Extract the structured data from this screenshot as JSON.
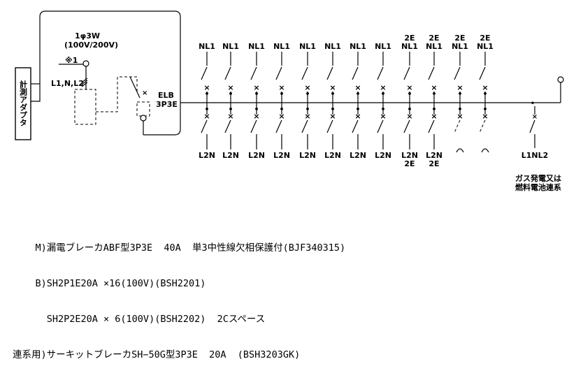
{
  "meter_adapter": "計測アダプタ",
  "supply": {
    "phase": "1φ3W",
    "voltage": "(100V/200V)",
    "note_mark": "※1",
    "conductors": "L1,N,L2"
  },
  "main_breaker": {
    "line1": "ELB",
    "line2": "3P3E"
  },
  "top_labels": [
    [
      "NL1"
    ],
    [
      "NL1"
    ],
    [
      "NL1"
    ],
    [
      "NL1"
    ],
    [
      "NL1"
    ],
    [
      "NL1"
    ],
    [
      "NL1"
    ],
    [
      "NL1"
    ],
    [
      "2E",
      "NL1"
    ],
    [
      "2E",
      "NL1"
    ],
    [
      "2E",
      "NL1"
    ],
    [
      "2E",
      "NL1"
    ]
  ],
  "bottom_labels": [
    [
      "L2N"
    ],
    [
      "L2N"
    ],
    [
      "L2N"
    ],
    [
      "L2N"
    ],
    [
      "L2N"
    ],
    [
      "L2N"
    ],
    [
      "L2N"
    ],
    [
      "L2N"
    ],
    [
      "L2N",
      "2E"
    ],
    [
      "L2N",
      "2E"
    ]
  ],
  "interconnect": {
    "label": "L1NL2",
    "note_line1": "ガス発電又は",
    "note_line2": "燃料電池連系"
  },
  "notes": [
    "    M)漏電ブレーカABF型3P3E  40A  単3中性線欠相保護付(BJF340315)",
    "    B)SH2P1E20A ×16(100V)(BSH2201)",
    "      SH2P2E20A × 6(100V)(BSH2202)  2Cスペース",
    "連系用)サーキットブレーカSH−50G型3P3E  20A  (BSH3203GK)"
  ]
}
